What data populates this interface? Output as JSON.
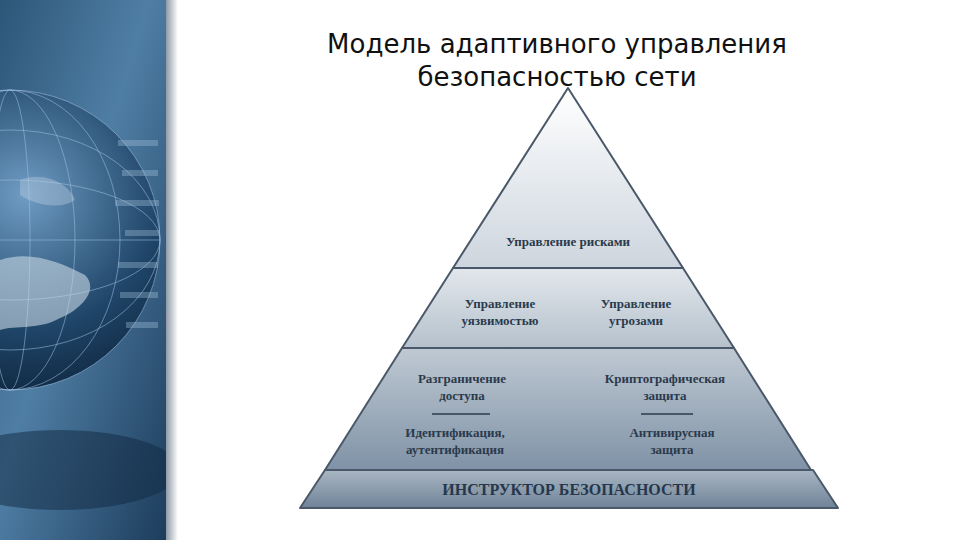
{
  "diagram": {
    "title": "Модель адаптивного управления безопасностью сети",
    "nodes": [
      {
        "text": [
          "Управление рисками"
        ]
      },
      {
        "text": [
          "Управление уязвимостью",
          "Управление угрозами"
        ]
      },
      {
        "text": [
          "Разграничение доступа",
          "Криптографическая защита",
          "Идентификация, аутентификация",
          "Антивирусная защита"
        ]
      },
      {
        "text": [
          "ИНСТРУКТОР БЕЗОПАСНОСТИ"
        ]
      }
    ]
  }
}
